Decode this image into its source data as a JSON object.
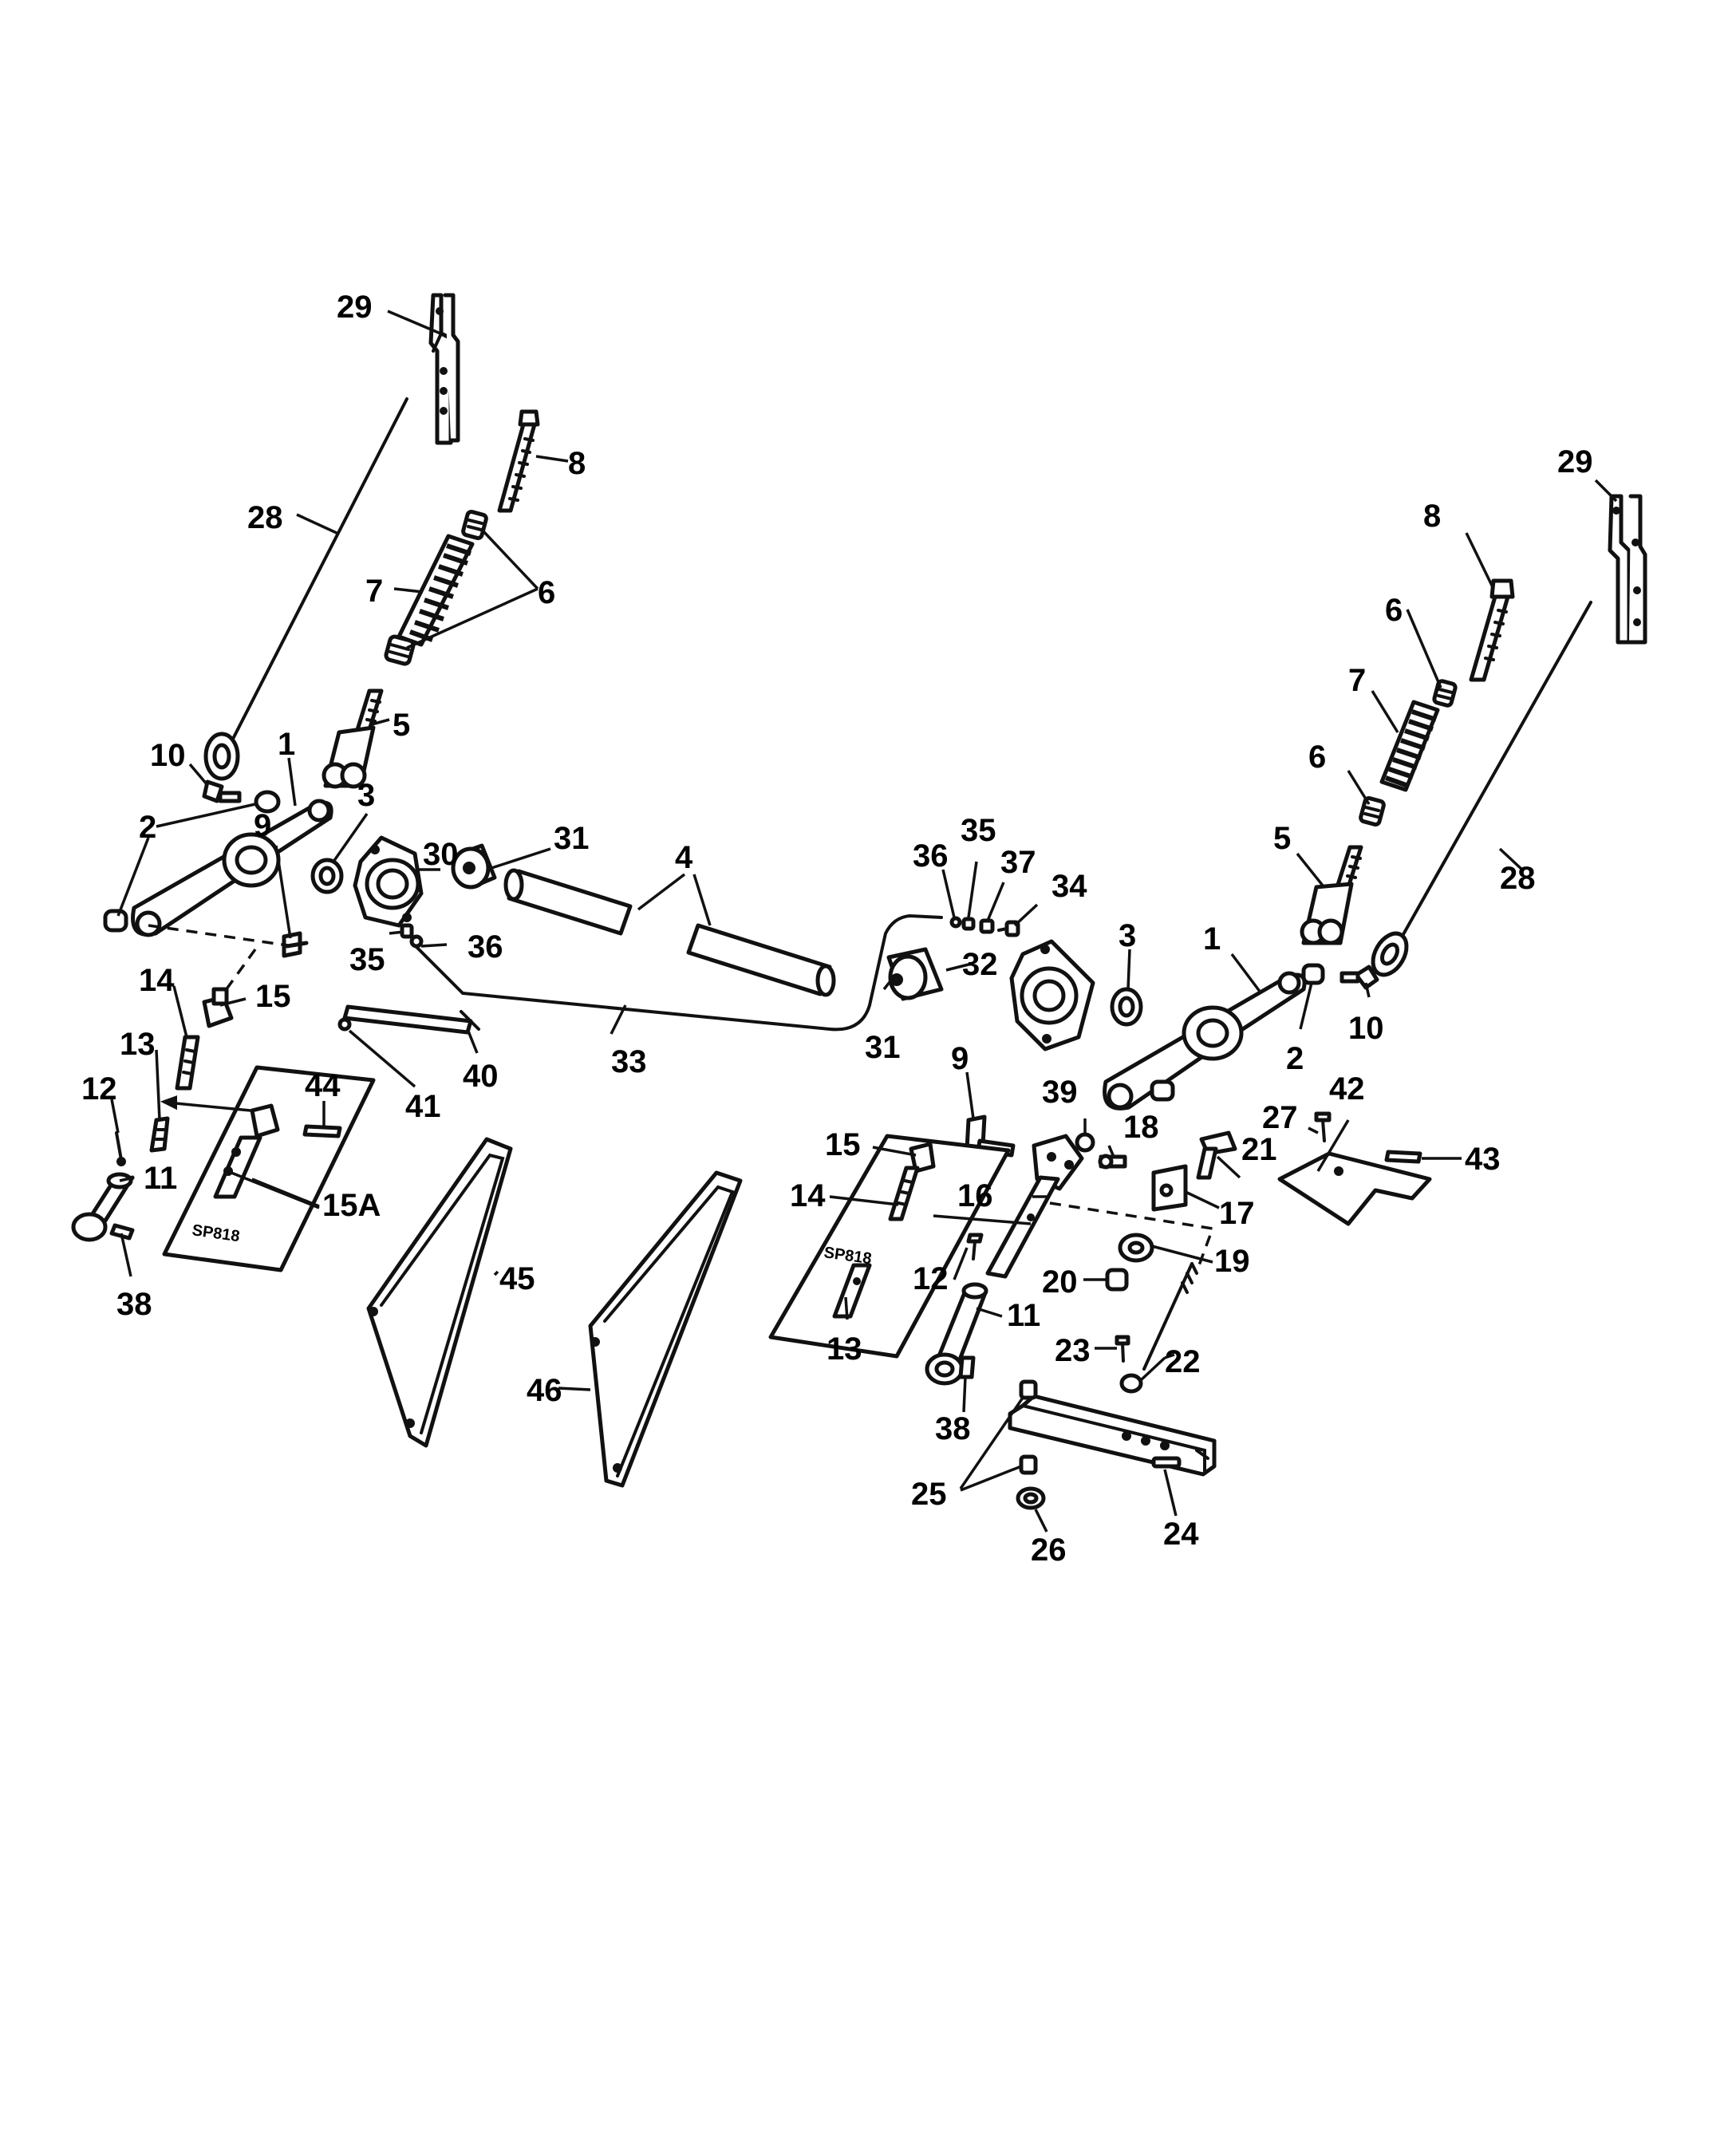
{
  "diagram": {
    "callouts": {
      "c29_left": "29",
      "c29_right": "29",
      "c28_left": "28",
      "c28_right": "28",
      "c8_left": "8",
      "c8_right": "8",
      "c7_left": "7",
      "c7_right": "7",
      "c6_left": "6",
      "c6_right_top": "6",
      "c6_right_bottom": "6",
      "c5_left": "5",
      "c5_right": "5",
      "c10_left": "10",
      "c10_right": "10",
      "c1_left": "1",
      "c1_right": "1",
      "c2_left": "2",
      "c2_right": "2",
      "c3_left": "3",
      "c3_right": "3",
      "c30": "30",
      "c31_left": "31",
      "c31_right": "31",
      "c4": "4",
      "c36_left": "36",
      "c36_right": "36",
      "c35_left": "35",
      "c35_right": "35",
      "c37": "37",
      "c34": "34",
      "c32": "32",
      "c33": "33",
      "c9_left": "9",
      "c9_right": "9",
      "c14_left": "14",
      "c14_right": "14",
      "c15_left": "15",
      "c15_right": "15",
      "c15a": "15A",
      "c13_left": "13",
      "c13_right": "13",
      "c12_left": "12",
      "c12_right": "12",
      "c11_left": "11",
      "c11_right": "11",
      "c38_left": "38",
      "c38_right": "38",
      "c44": "44",
      "c41": "41",
      "c40": "40",
      "c45": "45",
      "c46": "46",
      "c39": "39",
      "c18": "18",
      "c16": "16",
      "c17": "17",
      "c21": "21",
      "c27": "27",
      "c42": "42",
      "c43": "43",
      "c19": "19",
      "c20": "20",
      "c23": "23",
      "c22": "22",
      "c25": "25",
      "c24": "24",
      "c26": "26"
    },
    "inset_labels": {
      "left": "SP818",
      "right": "SP818"
    }
  }
}
